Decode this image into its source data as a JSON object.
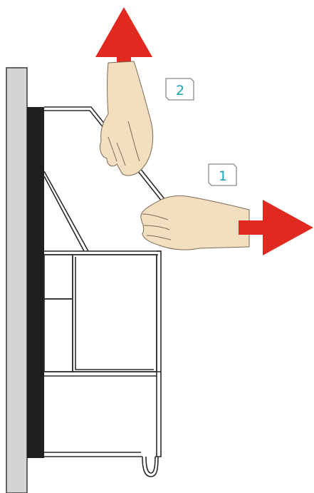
{
  "steps": [
    {
      "number": "1",
      "action": "pull-out",
      "arrow_direction": "right"
    },
    {
      "number": "2",
      "action": "lift",
      "arrow_direction": "up"
    }
  ],
  "colors": {
    "arrow": "#e02a20",
    "step_label": "#1aa3b8",
    "wall": "#d4d4d4",
    "mount_strip": "#1e1f1e",
    "skin": "#f2dfc0",
    "outline": "#2b2b2b"
  },
  "icons": [
    "arrow-up-icon",
    "arrow-right-icon",
    "hand-icon"
  ]
}
